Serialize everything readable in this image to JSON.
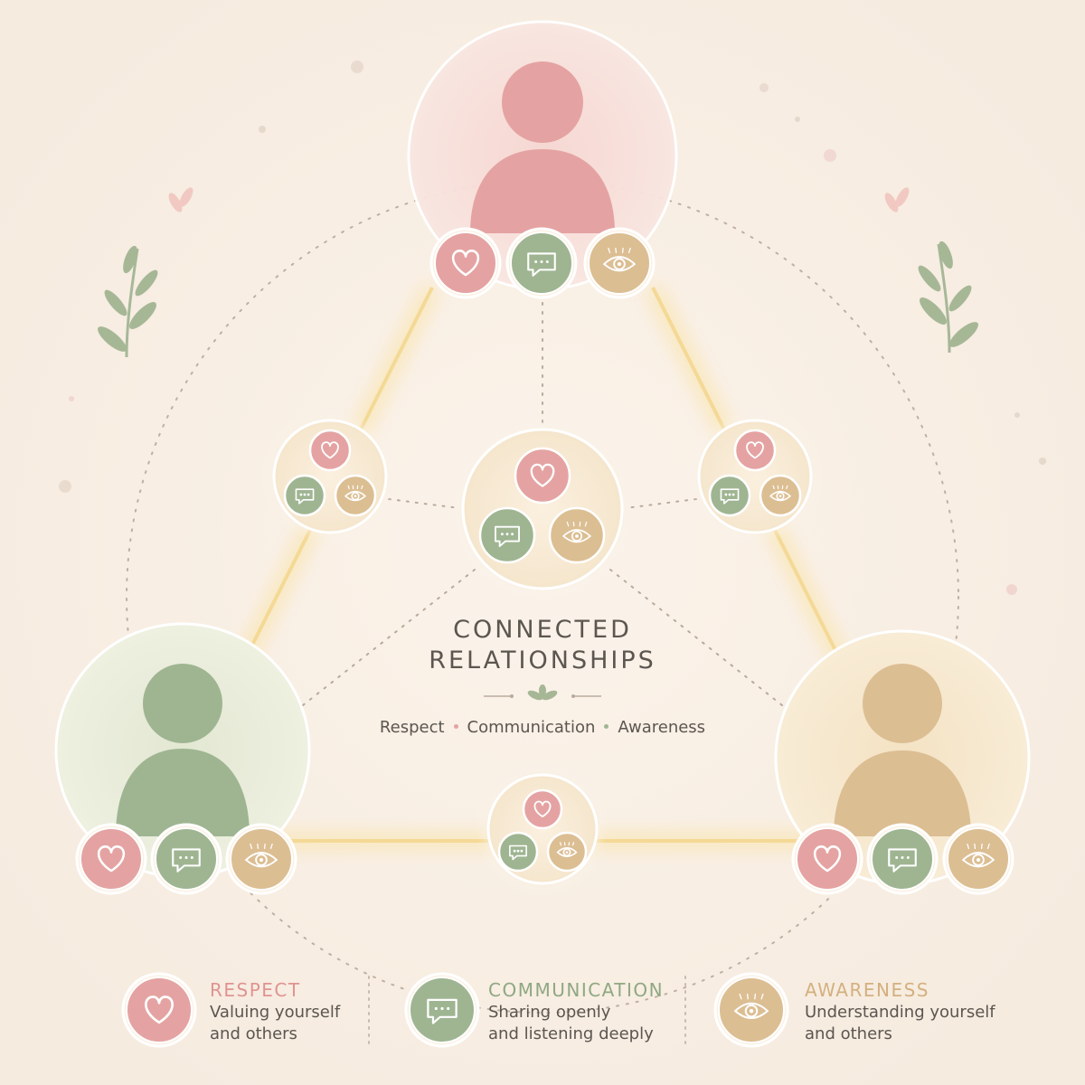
{
  "colors": {
    "background": "#f8eee3",
    "respect": "#e4a3a2",
    "respect_dark": "#d98886",
    "communication": "#9fb592",
    "communication_dark": "#8fa882",
    "awareness": "#dcbe93",
    "awareness_dark": "#cfab7b",
    "text": "#5b5650",
    "line_glow": "#f6dc9c",
    "dotted": "#b9aa9c"
  },
  "icons": [
    "heart-icon",
    "speech-bubble-icon",
    "eye-icon",
    "person-icon",
    "leaf-sprig-icon"
  ],
  "center": {
    "title_line1": "CONNECTED",
    "title_line2": "RELATIONSHIPS",
    "tagline_items": [
      "Respect",
      "Communication",
      "Awareness"
    ]
  },
  "legend": [
    {
      "title": "RESPECT",
      "line1": "Valuing yourself",
      "line2": "and others",
      "icon": "heart-icon"
    },
    {
      "title": "COMMUNICATION",
      "line1": "Sharing openly",
      "line2": "and listening deeply",
      "icon": "speech-bubble-icon"
    },
    {
      "title": "AWARENESS",
      "line1": "Understanding yourself",
      "line2": "and others",
      "icon": "eye-icon"
    }
  ]
}
